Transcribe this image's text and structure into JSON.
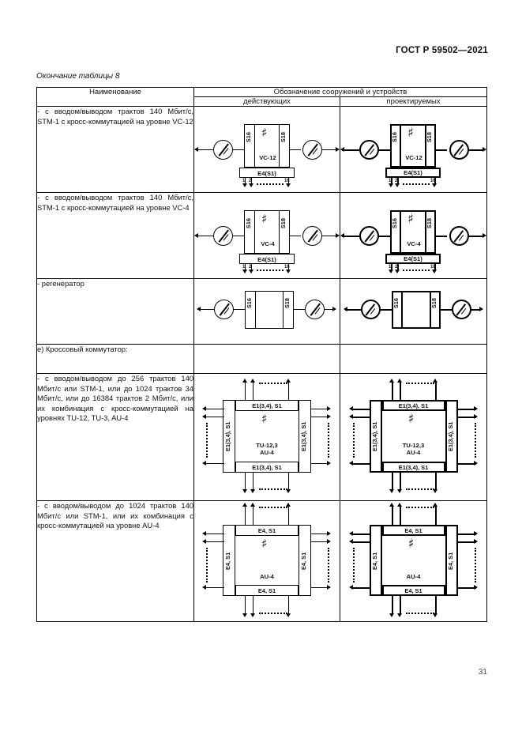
{
  "document": {
    "standard_header": "ГОСТ Р 59502—2021",
    "table_caption": "Окончание таблицы 8",
    "page_number": "31"
  },
  "table": {
    "headers": {
      "name": "Наименование",
      "designation_group": "Обозначение сооружений и устройств",
      "existing": "действующих",
      "planned": "проектируемых"
    },
    "rows": [
      {
        "id": "vc12",
        "description": "-  с  вводом/выводом  трактов 140 Мбит/с, STM-1 с кросс-коммутацией на уровне VC-12",
        "diagram": {
          "kind": "mux",
          "port_left": "S16",
          "port_right": "S18",
          "center_label": "VC-12",
          "bottom_bar": "E4(S1)",
          "tributary_first": "1",
          "tributary_second": "2",
          "tributary_last": "16"
        }
      },
      {
        "id": "vc4",
        "description": "-  с  вводом/выводом  трактов 140 Мбит/с, STM-1 с кросс-коммутацией на уровне VC-4",
        "diagram": {
          "kind": "mux",
          "port_left": "S16",
          "port_right": "S18",
          "center_label": "VC-4",
          "bottom_bar": "E4(S1)",
          "tributary_first": "1",
          "tributary_second": "2",
          "tributary_last": "16"
        }
      },
      {
        "id": "regenerator",
        "description": "-  регенератор",
        "diagram": {
          "kind": "regen",
          "port_left": "S16",
          "port_right": "S18"
        }
      },
      {
        "id": "section-e",
        "description": "е)  Кроссовый коммутатор:",
        "diagram": null
      },
      {
        "id": "tu12",
        "description": "- с вводом/выводом до 256 трактов 140 Мбит/с или STM-1, или до 1024 трактов 34 Мбит/с, или до 16384 трактов 2 Мбит/с, или их комбинация с кросс-коммутацией на уровнях TU-12, TU-3, AU-4",
        "diagram": {
          "kind": "xconnect",
          "port_top": "E1(3,4), S1",
          "port_bottom": "E1(3,4), S1",
          "port_left": "E1(3,4), S1",
          "port_right": "E1(3,4), S1",
          "center_line1": "TU-12,3",
          "center_line2": "AU-4"
        }
      },
      {
        "id": "au4",
        "description": "- с вводом/выводом до 1024 трактов 140 Мбит/с или STM-1, или их комбинация с кросс-коммутацией на уровне AU-4",
        "diagram": {
          "kind": "xconnect",
          "port_top": "E4, S1",
          "port_bottom": "E4, S1",
          "port_left": "E4, S1",
          "port_right": "E4, S1",
          "center_line1": "",
          "center_line2": "AU-4"
        }
      }
    ]
  },
  "colors": {
    "ink": "#000000",
    "paper": "#ffffff",
    "page_number": "#444444"
  }
}
